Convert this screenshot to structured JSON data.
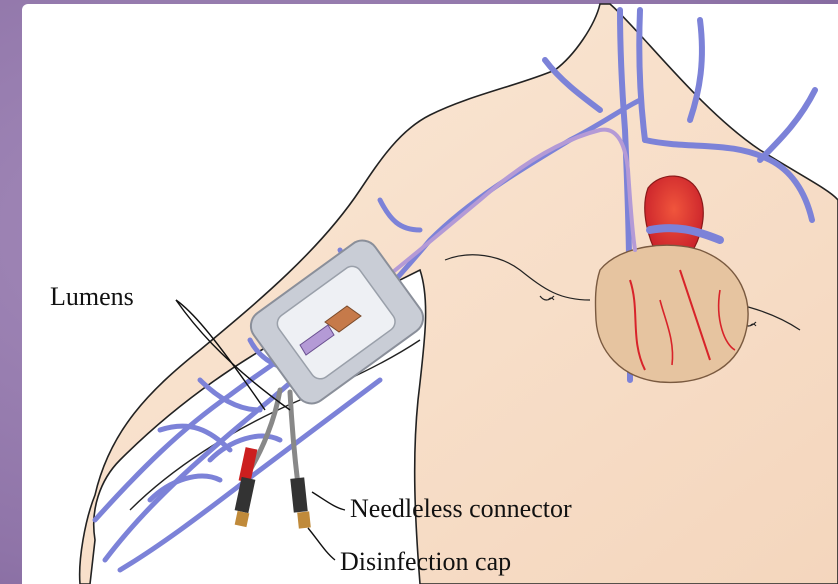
{
  "labels": {
    "lumens": "Lumens",
    "needleless_connector": "Needleless connector",
    "disinfection_cap": "Disinfection cap"
  },
  "colors": {
    "background": "#9a80b0",
    "skin": "#f9e3cf",
    "vein": "#7c82d8",
    "vein_dark": "#4a4fb0",
    "heart": "#e8c29a",
    "aorta": "#d8232a",
    "catheter": "#b49ad6",
    "dressing": "#c9cdd6"
  },
  "icons": [
    "heart-icon",
    "dressing-icon",
    "connector-icon",
    "cap-icon"
  ]
}
